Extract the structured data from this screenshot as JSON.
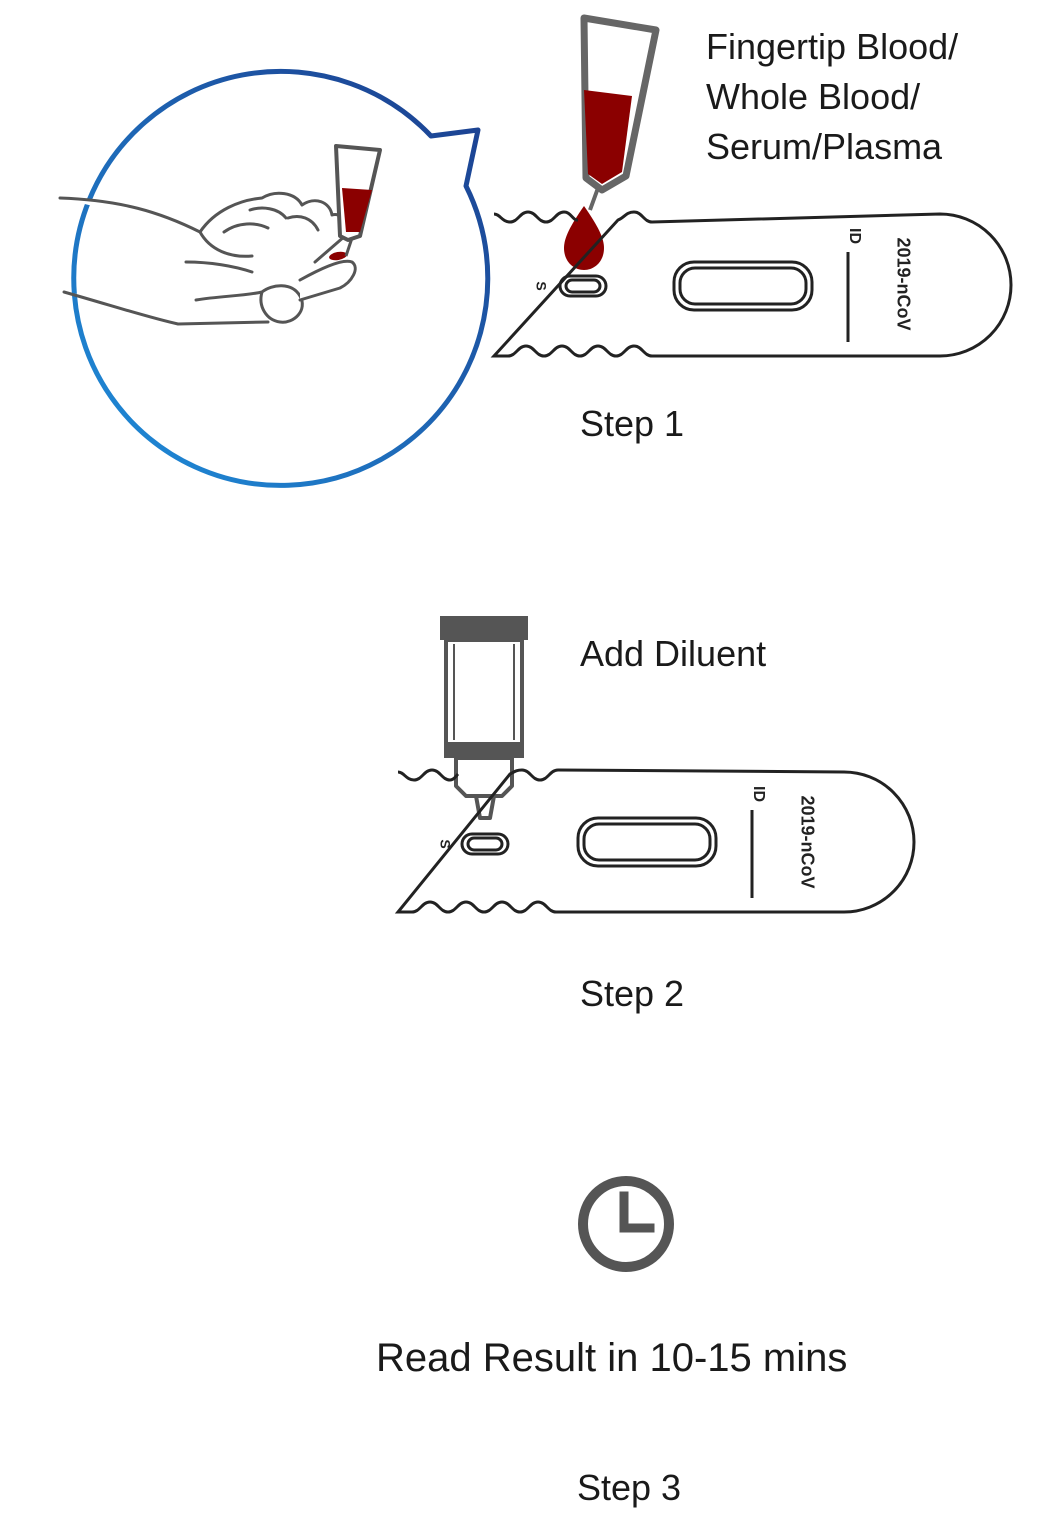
{
  "step1": {
    "sample_lines": [
      "Fingertip Blood/",
      "Whole Blood/",
      "Serum/Plasma"
    ],
    "step_label": "Step 1",
    "cassette": {
      "brand": "2019-nCoV",
      "id_mark": "ID",
      "well_mark": "S"
    }
  },
  "step2": {
    "action_label": "Add Diluent",
    "step_label": "Step 2",
    "cassette": {
      "brand": "2019-nCoV",
      "id_mark": "ID",
      "well_mark": "S"
    }
  },
  "step3": {
    "action_label": "Read Result in 10-15 mins",
    "step_label": "Step 3"
  },
  "colors": {
    "blood": "#8b0000",
    "bubble_outer": "#1c3c8c",
    "bubble_inner": "#1f8fdc",
    "outline": "#222222",
    "dropper_gray": "#666666",
    "clock_gray": "#555555"
  },
  "icons": [
    "speech-bubble-icon",
    "hand-icon",
    "blood-dropper-icon",
    "blood-drop-icon",
    "diluent-bottle-icon",
    "clock-icon",
    "test-cassette-icon"
  ]
}
